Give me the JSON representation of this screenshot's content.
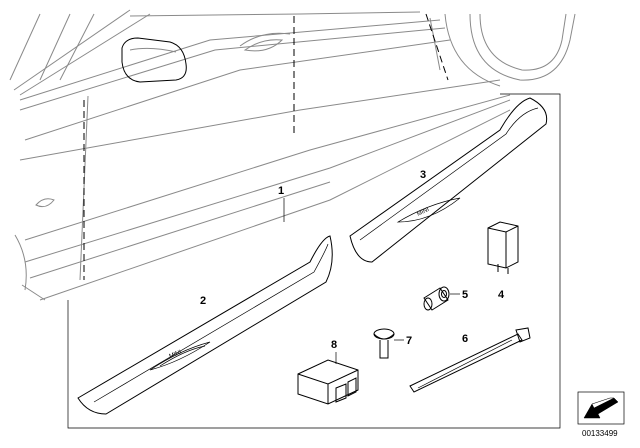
{
  "diagram": {
    "part_labels": {
      "p1": "1",
      "p2": "2",
      "p3": "3",
      "p4": "4",
      "p5": "5",
      "p6": "6",
      "p7": "7",
      "p8": "8"
    },
    "sill_lettering": [
      "MINI",
      "MINI"
    ],
    "doc_number": "00133499",
    "colors": {
      "line": "#000000",
      "body_gray": "#8a8a8a",
      "background": "#ffffff"
    }
  }
}
